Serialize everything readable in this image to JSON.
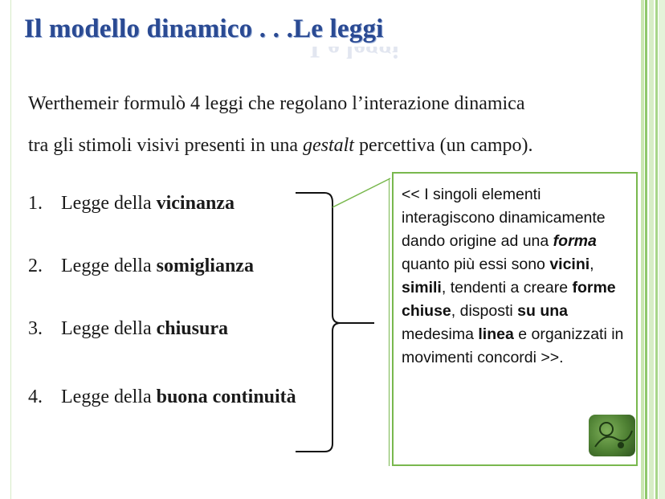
{
  "title": {
    "part1": "Il modello dinamico . . .",
    "part2": "Le leggi"
  },
  "intro": {
    "line1": "Werthemeir formulò 4 leggi che regolano l’interazione dinamica",
    "line2_before": "tra gli stimoli visivi presenti in una ",
    "line2_italic": "gestalt",
    "line2_after": " percettiva (un campo)."
  },
  "laws": [
    {
      "number": "1.",
      "prefix": "Legge della ",
      "name": "vicinanza"
    },
    {
      "number": "2.",
      "prefix": "Legge della ",
      "name": "somiglianza"
    },
    {
      "number": "3.",
      "prefix": "Legge della ",
      "name": "chiusura"
    },
    {
      "number": "4.",
      "prefix": "Legge della ",
      "name": "buona continuità"
    }
  ],
  "quote": {
    "t1": "<< I singoli elementi interagiscono dinamicamente dando origine ad una ",
    "b1": "forma",
    "t2": " quanto più essi sono ",
    "b2": "vicini",
    "t3": ", ",
    "b3": "simili",
    "t4": ", tendenti a creare ",
    "b4": "forme chiuse",
    "t5": ", disposti ",
    "b5": "su una",
    "t6": " medesima ",
    "b6": "linea",
    "t7": " e organizzati in movimenti concordi >>."
  },
  "colors": {
    "title": "#2a4a93",
    "accent_green": "#79b84e"
  }
}
